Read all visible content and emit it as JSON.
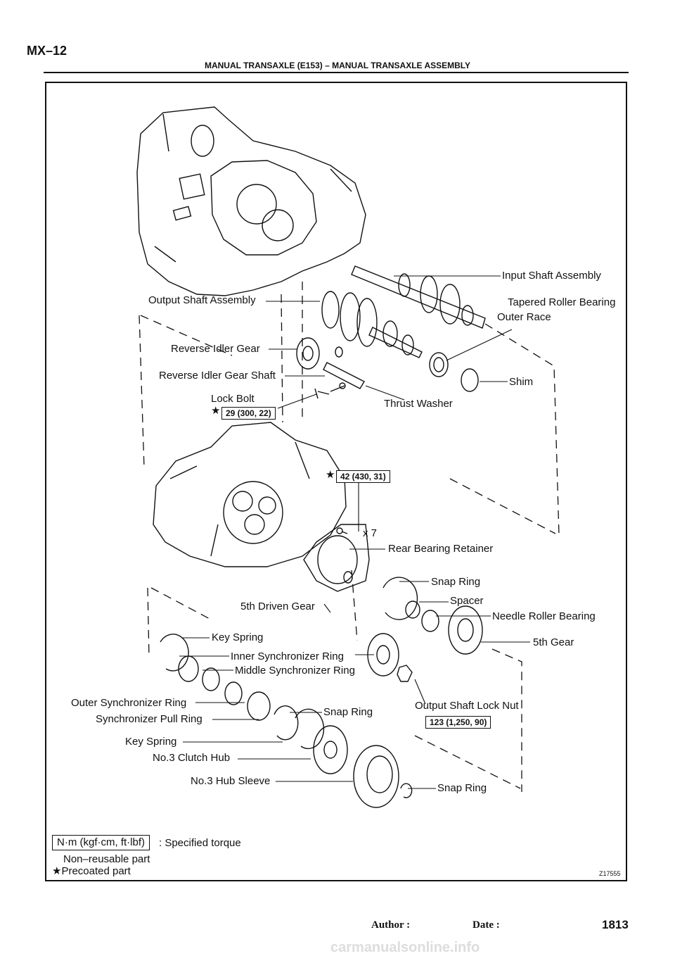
{
  "header": {
    "section_code": "MX–12",
    "running_title": "MANUAL TRANSAXLE (E153)  –  MANUAL TRANSAXLE ASSEMBLY"
  },
  "labels": {
    "input_shaft_assembly": "Input Shaft Assembly",
    "tapered_roller_bearing": "Tapered Roller Bearing",
    "outer_race": "Outer Race",
    "output_shaft_assembly": "Output Shaft Assembly",
    "reverse_idler_gear": "Reverse Idler Gear",
    "reverse_idler_gear_shaft": "Reverse Idler Gear Shaft",
    "shim": "Shim",
    "lock_bolt": "Lock Bolt",
    "thrust_washer": "Thrust Washer",
    "x7": "x 7",
    "rear_bearing_retainer": "Rear Bearing Retainer",
    "snap_ring_1": "Snap Ring",
    "spacer": "Spacer",
    "fifth_driven_gear": "5th Driven Gear",
    "needle_roller_bearing": "Needle Roller Bearing",
    "key_spring_1": "Key Spring",
    "fifth_gear": "5th Gear",
    "inner_synchronizer_ring": "Inner Synchronizer Ring",
    "middle_synchronizer_ring": "Middle Synchronizer Ring",
    "outer_synchronizer_ring": "Outer Synchronizer Ring",
    "snap_ring_2": "Snap Ring",
    "output_shaft_lock_nut": "Output Shaft Lock Nut",
    "synchronizer_pull_ring": "Synchronizer Pull Ring",
    "key_spring_2": "Key Spring",
    "no3_clutch_hub": "No.3 Clutch Hub",
    "no3_hub_sleeve": "No.3 Hub Sleeve",
    "snap_ring_3": "Snap Ring"
  },
  "torque": {
    "lock_bolt": "29 (300, 22)",
    "rear_bearing_retainer_bolt": "42 (430, 31)",
    "output_shaft_lock_nut": "123 (1,250, 90)"
  },
  "legend": {
    "torque_unit_box": "N·m (kgf·cm, ft·lbf)",
    "torque_desc": ": Specified torque",
    "non_reusable": "Non–reusable part",
    "precoated": "★Precoated part"
  },
  "figure_code": "Z17555",
  "footer": {
    "author_label": "Author :",
    "date_label": "Date :",
    "page_number": "1813",
    "watermark": "carmanualsonline.info"
  },
  "colors": {
    "ink": "#111111",
    "watermark": "#dddddd"
  },
  "symbols": {
    "star": "★"
  }
}
